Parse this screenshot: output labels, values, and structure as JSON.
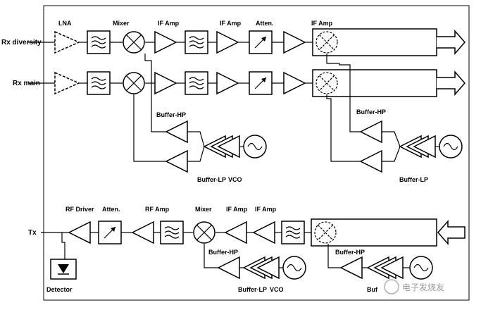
{
  "inputs": {
    "rx_diversity": "Rx diversity",
    "rx_main": "Rx main",
    "tx": "Tx"
  },
  "labels": {
    "lna": "LNA",
    "mixer": "Mixer",
    "if_amp": "IF Amp",
    "atten": "Atten.",
    "buffer_hp": "Buffer-HP",
    "buffer_lp": "Buffer-LP",
    "vco": "VCO",
    "rf_driver": "RF Driver",
    "rf_amp": "RF Amp",
    "detector": "Detector",
    "partial_buf": "Buf"
  },
  "watermark": "电子发烧友"
}
